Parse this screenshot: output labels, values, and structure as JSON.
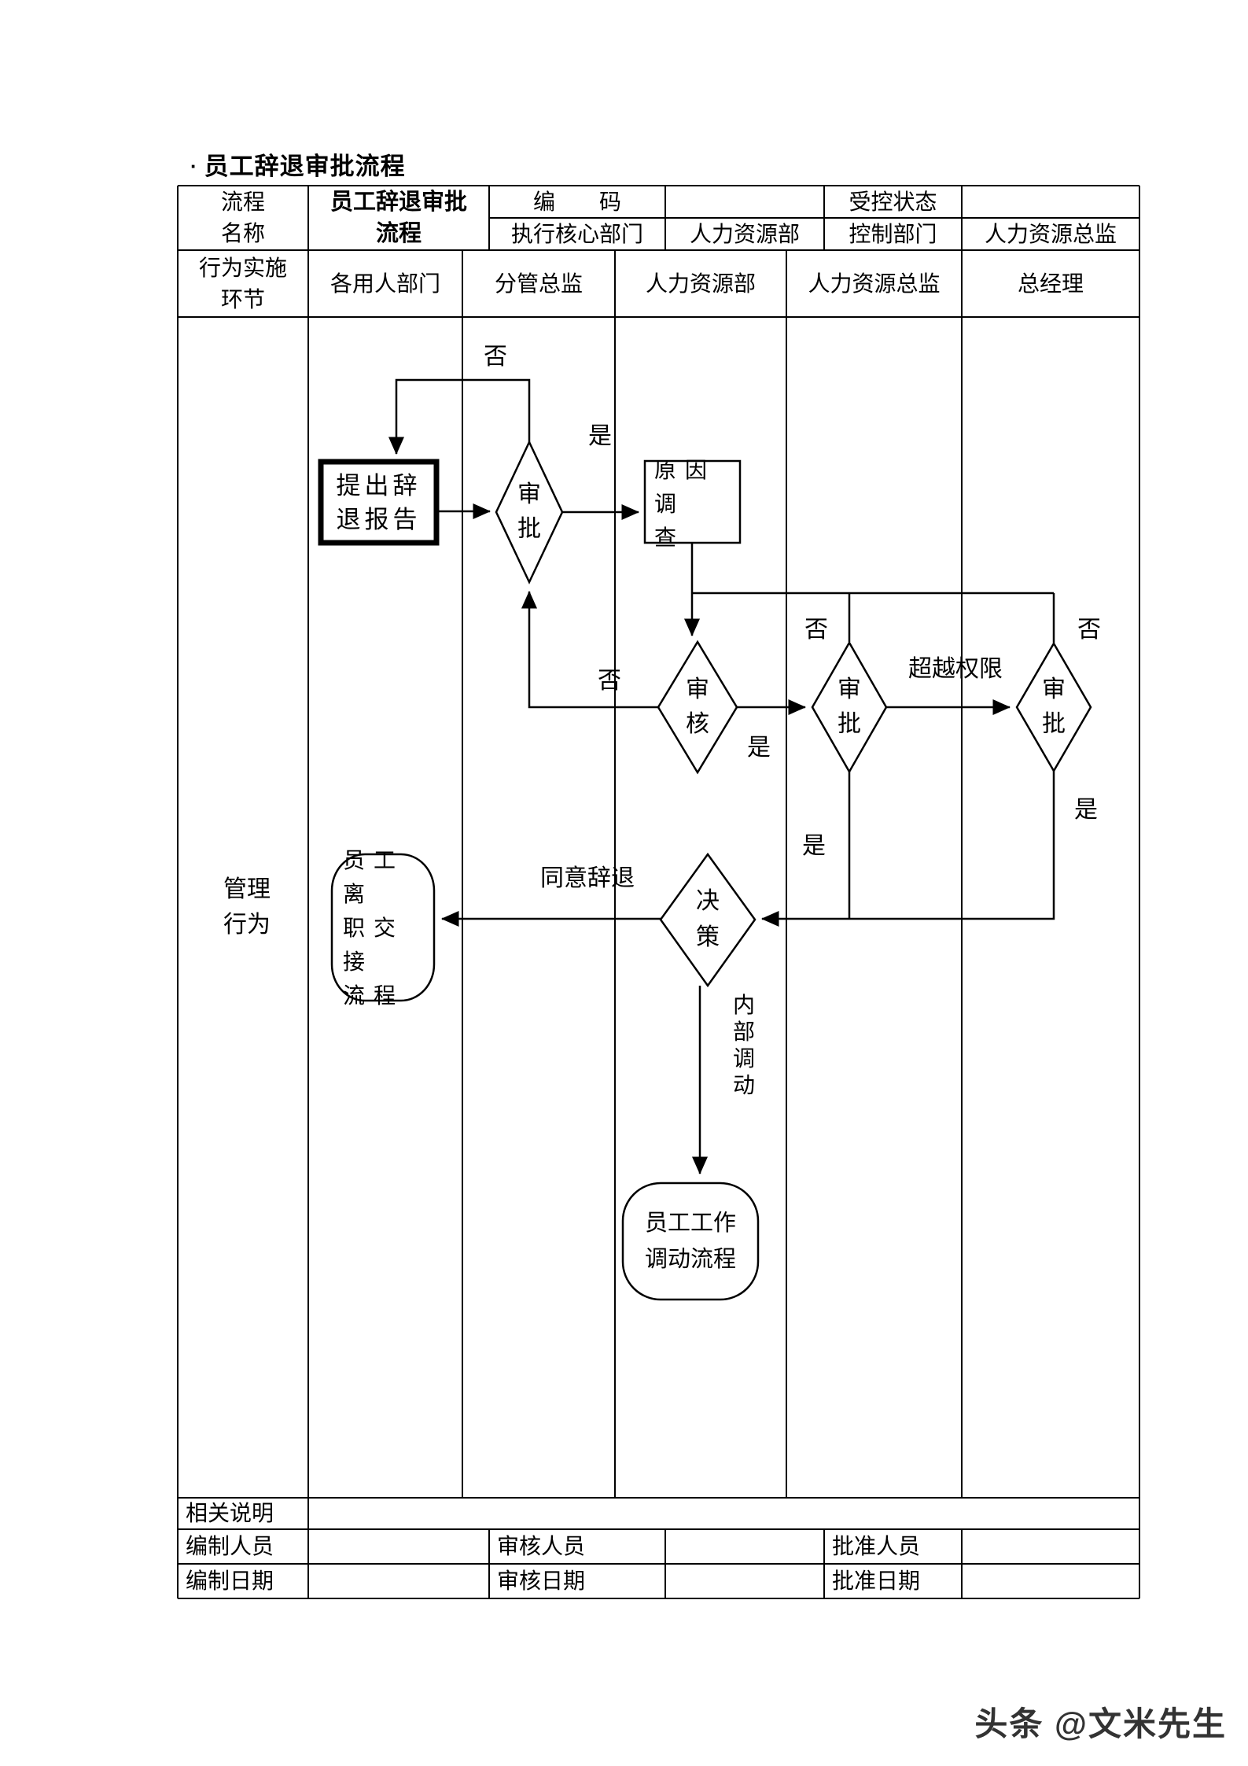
{
  "page": {
    "title_bullet": "·",
    "title": "员工辞退审批流程",
    "watermark": "头条 @文米先生"
  },
  "header": {
    "process_name_label": "流程\n名称",
    "process_name_value": "员工辞退审批\n流程",
    "code_label": "编　　码",
    "code_value": "",
    "controlled_state_label": "受控状态",
    "controlled_state_value": "",
    "core_dept_label": "执行核心部门",
    "core_dept_value": "人力资源部",
    "control_dept_label": "控制部门",
    "control_dept_value": "人力资源总监"
  },
  "columns": {
    "row_label": "行为实施\n环节",
    "items": [
      "各用人部门",
      "分管总监",
      "人力资源部",
      "人力资源总监",
      "总经理"
    ]
  },
  "flow": {
    "lane_label": "管理\n行为",
    "nodes": {
      "submit_report": "提出辞\n退报告",
      "approve1": "审\n批",
      "cause_investigation": "原因调\n查",
      "review": "审\n核",
      "approve2": "审\n批",
      "approve3": "审\n批",
      "decision": "决\n策",
      "resignation_handover": "员工离\n职交接\n流程",
      "job_transfer": "员工工作\n调动流程"
    },
    "labels": {
      "no1": "否",
      "no2": "否",
      "no3": "否",
      "no4": "否",
      "yes1": "是",
      "yes2": "是",
      "yes3": "是",
      "yes4": "是",
      "exceed_authority": "超越权限",
      "agree_dismissal": "同意辞退",
      "internal_transfer": "内\n部\n调\n动"
    }
  },
  "footer": {
    "related_notes_label": "相关说明",
    "maker_label": "编制人员",
    "reviewer_label": "审核人员",
    "approver_label": "批准人员",
    "make_date_label": "编制日期",
    "review_date_label": "审核日期",
    "approve_date_label": "批准日期"
  },
  "colors": {
    "line": "#000000",
    "text": "#000000",
    "watermark": "#333333"
  }
}
